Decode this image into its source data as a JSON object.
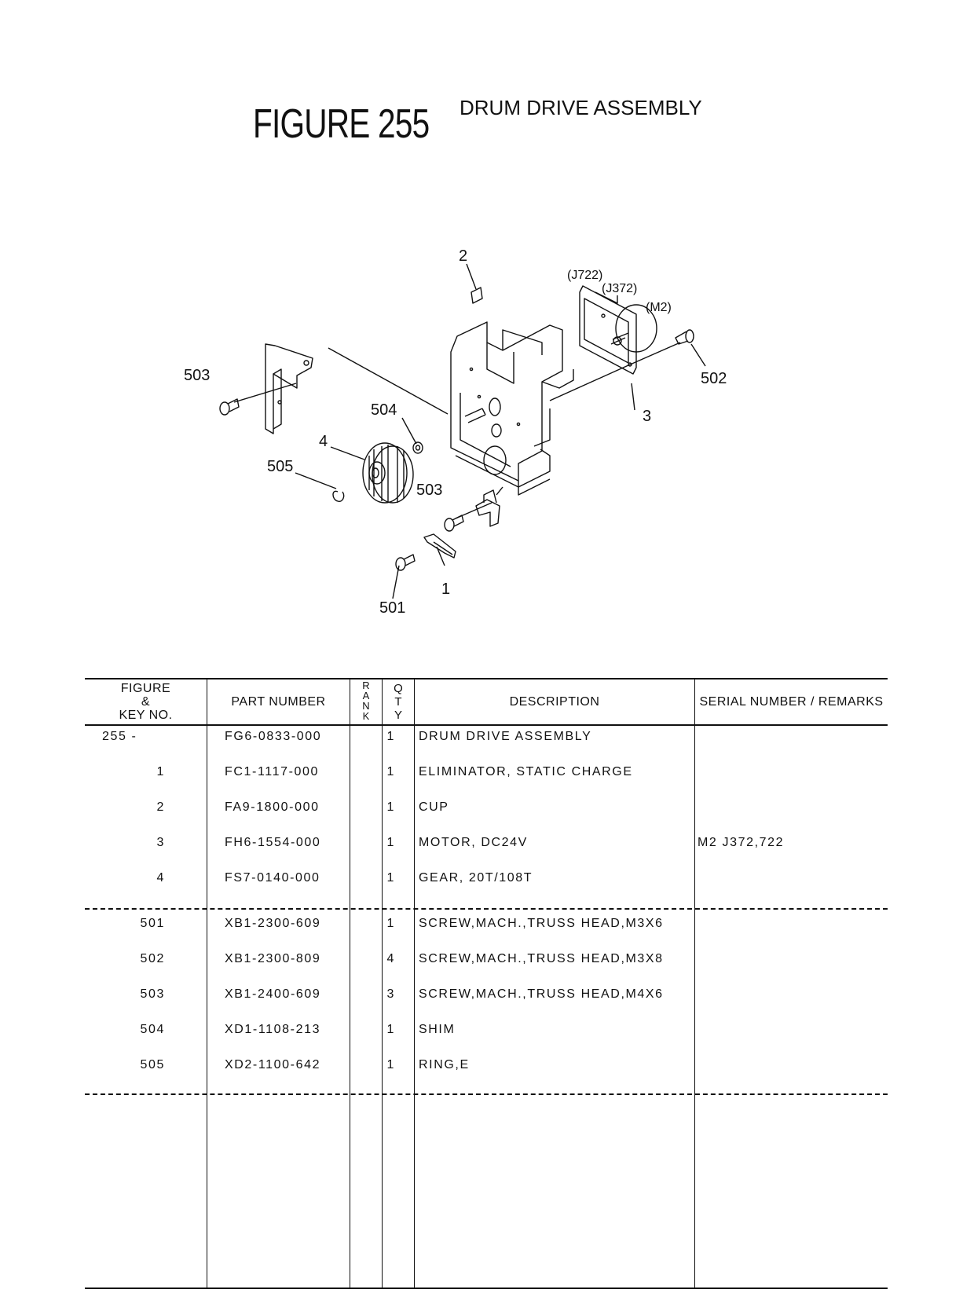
{
  "header": {
    "figure_label": "FIGURE  255",
    "title": "DRUM DRIVE ASSEMBLY"
  },
  "diagram": {
    "callouts": [
      "2",
      "(J722)",
      "(J372)",
      "(M2)",
      "503",
      "502",
      "504",
      "3",
      "4",
      "505",
      "503",
      "1",
      "501"
    ]
  },
  "table": {
    "headers": {
      "figure_key": [
        "FIGURE",
        "&",
        "KEY NO."
      ],
      "part_number": "PART NUMBER",
      "rank": [
        "R",
        "A",
        "N",
        "K"
      ],
      "qty": [
        "Q",
        "T",
        "Y"
      ],
      "description": "DESCRIPTION",
      "remarks": "SERIAL NUMBER / REMARKS"
    },
    "rows": [
      {
        "key": "255  -",
        "part": "FG6-0833-000",
        "qty": "1",
        "desc": "DRUM DRIVE ASSEMBLY",
        "remarks": ""
      },
      {
        "key": "1",
        "part": "FC1-1117-000",
        "qty": "1",
        "desc": "ELIMINATOR, STATIC CHARGE",
        "remarks": ""
      },
      {
        "key": "2",
        "part": "FA9-1800-000",
        "qty": "1",
        "desc": "CUP",
        "remarks": ""
      },
      {
        "key": "3",
        "part": "FH6-1554-000",
        "qty": "1",
        "desc": "MOTOR, DC24V",
        "remarks": "M2 J372,722"
      },
      {
        "key": "4",
        "part": "FS7-0140-000",
        "qty": "1",
        "desc": "GEAR, 20T/108T",
        "remarks": ""
      },
      {
        "key": "501",
        "part": "XB1-2300-609",
        "qty": "1",
        "desc": "SCREW,MACH.,TRUSS HEAD,M3X6",
        "remarks": ""
      },
      {
        "key": "502",
        "part": "XB1-2300-809",
        "qty": "4",
        "desc": "SCREW,MACH.,TRUSS HEAD,M3X8",
        "remarks": ""
      },
      {
        "key": "503",
        "part": "XB1-2400-609",
        "qty": "3",
        "desc": "SCREW,MACH.,TRUSS HEAD,M4X6",
        "remarks": ""
      },
      {
        "key": "504",
        "part": "XD1-1108-213",
        "qty": "1",
        "desc": "SHIM",
        "remarks": ""
      },
      {
        "key": "505",
        "part": "XD2-1100-642",
        "qty": "1",
        "desc": "RING,E",
        "remarks": ""
      }
    ]
  }
}
